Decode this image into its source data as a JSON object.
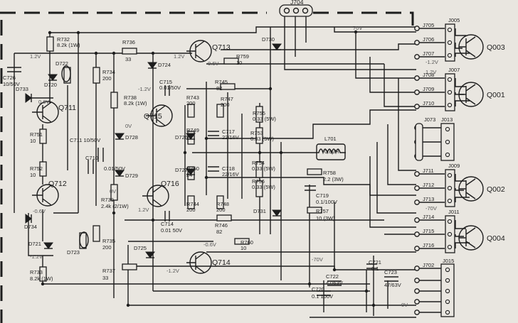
{
  "header_connector": "J704",
  "rail_voltage": "70V",
  "transistors": [
    {
      "id": "q711",
      "label": "Q711"
    },
    {
      "id": "q712",
      "label": "Q712"
    },
    {
      "id": "q713",
      "label": "Q713"
    },
    {
      "id": "q714",
      "label": "Q714"
    },
    {
      "id": "q715",
      "label": "Q715"
    },
    {
      "id": "q716",
      "label": "Q716"
    },
    {
      "id": "q003",
      "label": "Q003"
    },
    {
      "id": "q001",
      "label": "Q001"
    },
    {
      "id": "q002",
      "label": "Q002"
    },
    {
      "id": "q004",
      "label": "Q004"
    }
  ],
  "components": [
    {
      "id": "c726",
      "ref": "C726",
      "value": "10/50V"
    },
    {
      "id": "r732",
      "ref": "R732",
      "value": "8.2k (1W)"
    },
    {
      "id": "r736",
      "ref": "R736",
      "value": "33"
    },
    {
      "id": "r734",
      "ref": "R734",
      "value": "200"
    },
    {
      "id": "r759",
      "ref": "R759",
      "value": "10"
    },
    {
      "id": "r738",
      "ref": "R738",
      "value": "8.2k (1W)"
    },
    {
      "id": "r751",
      "ref": "R751",
      "value": "10"
    },
    {
      "id": "r752",
      "ref": "R752",
      "value": "10"
    },
    {
      "id": "c711",
      "ref": "C711",
      "value": "10/50V"
    },
    {
      "id": "c715",
      "ref": "C715",
      "value": "0.01/50V"
    },
    {
      "id": "r743",
      "ref": "R743",
      "value": "200"
    },
    {
      "id": "r745",
      "ref": "R745",
      "value": "82"
    },
    {
      "id": "r747",
      "ref": "R747",
      "value": "200"
    },
    {
      "id": "r749",
      "ref": "R749",
      "value": "24"
    },
    {
      "id": "c717",
      "ref": "C717",
      "value": "22/16V"
    },
    {
      "id": "r755",
      "ref": "R755",
      "value": "0.33 (5W)"
    },
    {
      "id": "r753",
      "ref": "R753",
      "value": "0.33 (5W)"
    },
    {
      "id": "l701",
      "ref": "L701",
      "value": "0.8μH"
    },
    {
      "id": "r758",
      "ref": "R758",
      "value": "2.2 (3W)"
    },
    {
      "id": "c710",
      "ref": "C710",
      "value": "0.01/50V"
    },
    {
      "id": "r739",
      "ref": "R739",
      "value": "2.4k (2/1W)"
    },
    {
      "id": "r750",
      "ref": "R750",
      "value": "24"
    },
    {
      "id": "c718",
      "ref": "C718",
      "value": "22/16V"
    },
    {
      "id": "r754",
      "ref": "R754",
      "value": "0.33 (5W)"
    },
    {
      "id": "r756",
      "ref": "R756",
      "value": "0.33 (5W)"
    },
    {
      "id": "c719",
      "ref": "C719",
      "value": "0.1/100V"
    },
    {
      "id": "r757",
      "ref": "R757",
      "value": "10 (3W)"
    },
    {
      "id": "r744",
      "ref": "R744",
      "value": "200"
    },
    {
      "id": "r748",
      "ref": "R748",
      "value": "200"
    },
    {
      "id": "c714",
      "ref": "C714",
      "value": "0.01 50V"
    },
    {
      "id": "r746",
      "ref": "R746",
      "value": "82"
    },
    {
      "id": "r760",
      "ref": "R760",
      "value": "10"
    },
    {
      "id": "r735",
      "ref": "R735",
      "value": "200"
    },
    {
      "id": "r737",
      "ref": "R737",
      "value": "33"
    },
    {
      "id": "r733",
      "ref": "R733",
      "value": "8.2k (1W)"
    },
    {
      "id": "c722",
      "ref": "C722",
      "value": "47/63V"
    },
    {
      "id": "c723",
      "ref": "C723",
      "value": "47/63V"
    },
    {
      "id": "c720",
      "ref": "C720",
      "value": "0.1 100V"
    },
    {
      "id": "c721",
      "ref": "C721",
      "value": "0.1"
    }
  ],
  "diodes": [
    "D733",
    "D720",
    "D722",
    "D724",
    "D728",
    "D729",
    "D726",
    "D727",
    "D730",
    "D731",
    "D734",
    "D721",
    "D723",
    "D725"
  ],
  "connectors": {
    "J705": "J705",
    "J706": "J706",
    "J707": "J707",
    "J708": "J708",
    "J709": "J709",
    "J710": "J710",
    "J711": "J711",
    "J712": "J712",
    "J713": "J713",
    "J714": "J714",
    "J715": "J715",
    "J716": "J716",
    "J702": "J702",
    "J005": "J005",
    "J007": "J007",
    "J013": "J013",
    "J009": "J009",
    "J011": "J011",
    "J015": "J015",
    "J073": "J073"
  },
  "voltages": {
    "v_q711": "0.6V",
    "v_q713": "0.6V",
    "v_q715_a": "-1.2V",
    "v_q715_b": "1.2V",
    "v_q716": "-1.2V",
    "v_q714": "-1.2V",
    "v_0v_a": "0V",
    "v_0v_b": "0V",
    "v_neg06": "-0.6V",
    "v_12l": "1.2V",
    "v_neg70_a": "-70V",
    "v_neg70_b": "-70V",
    "v_c726": "1.2V",
    "v_r733": "-1.2V",
    "v_q712": "-0.6V",
    "v_bottom": "0V",
    "v_q713_top": "1.2V"
  }
}
